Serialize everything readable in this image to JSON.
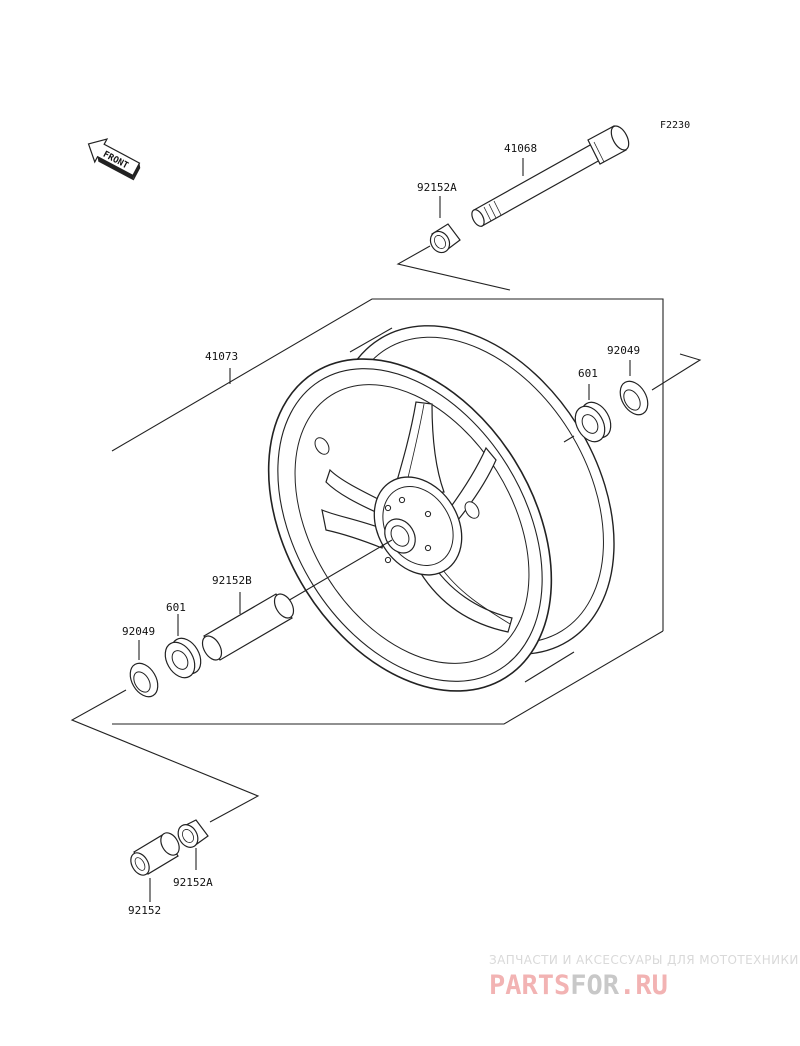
{
  "figure_id": "F2230",
  "front_badge": "FRONT",
  "parts": {
    "axle": "41068",
    "collar_right": "92152A",
    "wheel": "41073",
    "seal_right": "92049",
    "bearing_right": "601",
    "spacer": "92152B",
    "bearing_left": "601",
    "seal_left": "92049",
    "collar_left": "92152A",
    "collar_outer": "92152"
  },
  "watermark": {
    "tagline": "ЗАПЧАСТИ И АКСЕССУАРЫ ДЛЯ МОТОТЕХНИКИ",
    "logo_part1": "PARTS",
    "logo_part2": "FOR",
    "logo_part3": ".RU"
  },
  "colors": {
    "line": "#222222",
    "watermark_logo": "#f2b3b3",
    "watermark_text": "#d9d9d9"
  }
}
